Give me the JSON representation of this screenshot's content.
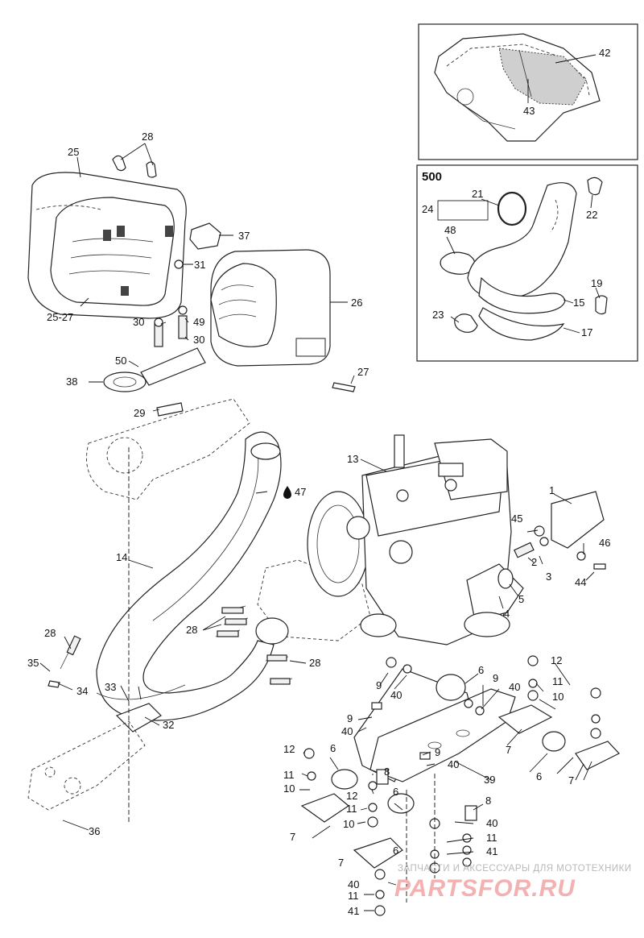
{
  "diagram": {
    "callouts": [
      {
        "id": "c25",
        "text": "25"
      },
      {
        "id": "c28a",
        "text": "28"
      },
      {
        "id": "c37",
        "text": "37"
      },
      {
        "id": "c31",
        "text": "31"
      },
      {
        "id": "c2527",
        "text": "25-27"
      },
      {
        "id": "c30a",
        "text": "30"
      },
      {
        "id": "c49",
        "text": "49"
      },
      {
        "id": "c30b",
        "text": "30"
      },
      {
        "id": "c50",
        "text": "50"
      },
      {
        "id": "c38",
        "text": "38"
      },
      {
        "id": "c29",
        "text": "29"
      },
      {
        "id": "c26",
        "text": "26"
      },
      {
        "id": "c27",
        "text": "27"
      },
      {
        "id": "c13",
        "text": "13"
      },
      {
        "id": "c1",
        "text": "1"
      },
      {
        "id": "c45",
        "text": "45"
      },
      {
        "id": "c46",
        "text": "46"
      },
      {
        "id": "c2",
        "text": "2"
      },
      {
        "id": "c3",
        "text": "3"
      },
      {
        "id": "c44",
        "text": "44"
      },
      {
        "id": "c5",
        "text": "5"
      },
      {
        "id": "c4",
        "text": "4"
      },
      {
        "id": "c47",
        "text": "47"
      },
      {
        "id": "c14",
        "text": "14"
      },
      {
        "id": "c28b",
        "text": "28"
      },
      {
        "id": "c28c",
        "text": "28"
      },
      {
        "id": "c28d",
        "text": "28"
      },
      {
        "id": "c35",
        "text": "35"
      },
      {
        "id": "c34",
        "text": "34"
      },
      {
        "id": "c33",
        "text": "33"
      },
      {
        "id": "c32",
        "text": "32"
      },
      {
        "id": "c36",
        "text": "36"
      },
      {
        "id": "c9a",
        "text": "9"
      },
      {
        "id": "c40a",
        "text": "40"
      },
      {
        "id": "c6a",
        "text": "6"
      },
      {
        "id": "c9b",
        "text": "9"
      },
      {
        "id": "c40b",
        "text": "40"
      },
      {
        "id": "c12a",
        "text": "12"
      },
      {
        "id": "c11a",
        "text": "11"
      },
      {
        "id": "c10a",
        "text": "10"
      },
      {
        "id": "c9c",
        "text": "9"
      },
      {
        "id": "c40c",
        "text": "40"
      },
      {
        "id": "c9d",
        "text": "9"
      },
      {
        "id": "c40d",
        "text": "40"
      },
      {
        "id": "c7a",
        "text": "7"
      },
      {
        "id": "c6b",
        "text": "6"
      },
      {
        "id": "c7b",
        "text": "7"
      },
      {
        "id": "c12b",
        "text": "12"
      },
      {
        "id": "c6c",
        "text": "6"
      },
      {
        "id": "c11b",
        "text": "11"
      },
      {
        "id": "c10b",
        "text": "10"
      },
      {
        "id": "c8a",
        "text": "8"
      },
      {
        "id": "c39",
        "text": "39"
      },
      {
        "id": "c12c",
        "text": "12"
      },
      {
        "id": "c11c",
        "text": "11"
      },
      {
        "id": "c10c",
        "text": "10"
      },
      {
        "id": "c6d",
        "text": "6"
      },
      {
        "id": "c7c",
        "text": "7"
      },
      {
        "id": "c8b",
        "text": "8"
      },
      {
        "id": "c40e",
        "text": "40"
      },
      {
        "id": "c11d",
        "text": "11"
      },
      {
        "id": "c41a",
        "text": "41"
      },
      {
        "id": "c40f",
        "text": "40"
      },
      {
        "id": "c11e",
        "text": "11"
      },
      {
        "id": "c41b",
        "text": "41"
      },
      {
        "id": "c6e",
        "text": "6"
      },
      {
        "id": "c7d",
        "text": "7"
      }
    ],
    "inset_top": {
      "callouts": [
        {
          "id": "i42",
          "text": "42"
        },
        {
          "id": "i43",
          "text": "43"
        }
      ]
    },
    "inset_500": {
      "title": "500",
      "callouts": [
        {
          "id": "k21",
          "text": "21"
        },
        {
          "id": "k22",
          "text": "22"
        },
        {
          "id": "k24",
          "text": "24"
        },
        {
          "id": "k48",
          "text": "48"
        },
        {
          "id": "k19",
          "text": "19"
        },
        {
          "id": "k15",
          "text": "15"
        },
        {
          "id": "k23",
          "text": "23"
        },
        {
          "id": "k17",
          "text": "17"
        }
      ]
    }
  },
  "watermark": {
    "tagline": "ЗАПЧАСТИ И АКСЕССУАРЫ ДЛЯ МОТОТЕХНИКИ",
    "brand": "PARTSFOR.RU"
  }
}
